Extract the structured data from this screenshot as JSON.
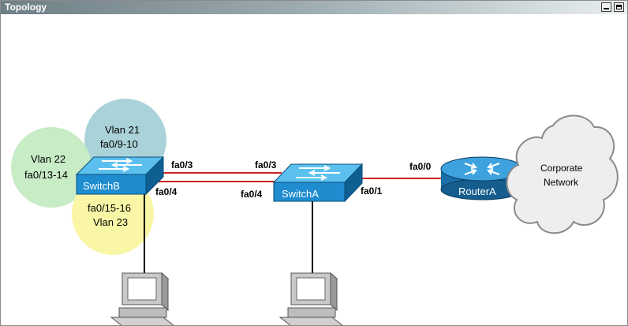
{
  "window": {
    "title": "Topology",
    "minimize_glyph": "minimize-icon",
    "maximize_glyph": "maximize-icon"
  },
  "vlans": [
    {
      "name": "Vlan 21",
      "ports": "fa0/9-10",
      "color": "#aad3d9"
    },
    {
      "name": "Vlan 22",
      "ports": "fa0/13-14",
      "color": "#c8ecc6"
    },
    {
      "name": "Vlan 23",
      "ports": "fa0/15-16",
      "color": "#f9f7a6"
    }
  ],
  "devices": {
    "switch_b": "SwitchB",
    "switch_a": "SwitchA",
    "router_a": "RouterA",
    "cloud_line1": "Corporate",
    "cloud_line2": "Network"
  },
  "ports": {
    "swb_fa03": "fa0/3",
    "swb_fa04": "fa0/4",
    "swa_fa03": "fa0/3",
    "swa_fa04": "fa0/4",
    "swa_fa01": "fa0/1",
    "ra_fa00": "fa0/0"
  },
  "colors": {
    "link": "#cc2222",
    "switch": "#1e8ccf",
    "router": "#1a6fa8"
  }
}
